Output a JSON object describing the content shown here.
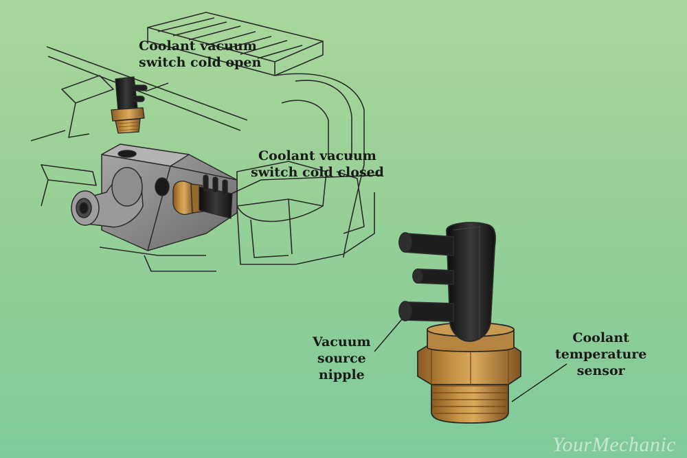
{
  "labels": {
    "cold_open": [
      "Coolant vacuum",
      "switch cold open"
    ],
    "cold_closed": [
      "Coolant vacuum",
      "switch cold closed"
    ],
    "vacuum_nipple": [
      "Vacuum",
      "source",
      "nipple"
    ],
    "temp_sensor": [
      "Coolant",
      "temperature",
      "sensor"
    ]
  },
  "watermark": "YourMechanic",
  "colors": {
    "brass": "#c08a3f",
    "brass_dark": "#8a5c22",
    "plastic": "#1c1c1c",
    "housing": "#8c8c8c",
    "line": "#2a2a2a"
  }
}
